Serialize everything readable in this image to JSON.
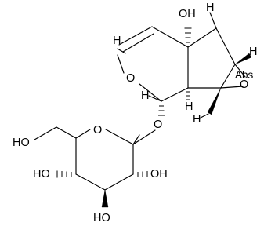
{
  "molecule": {
    "atom_labels": {
      "oh_top": "OH",
      "ring_o_pyran": "O",
      "glyco_o": "O",
      "epoxide_o": "O",
      "abs": "Abs",
      "oh_ch2": "HO",
      "oh_c4": "HO",
      "oh_c3": "HO",
      "oh_c2": "OH",
      "ring_o_sugar": "O",
      "h_cp_top": "H",
      "h_cp_right": "H",
      "h_c2": "H",
      "h_jf": "H",
      "h_me": "H",
      "h_c1": "H"
    }
  }
}
